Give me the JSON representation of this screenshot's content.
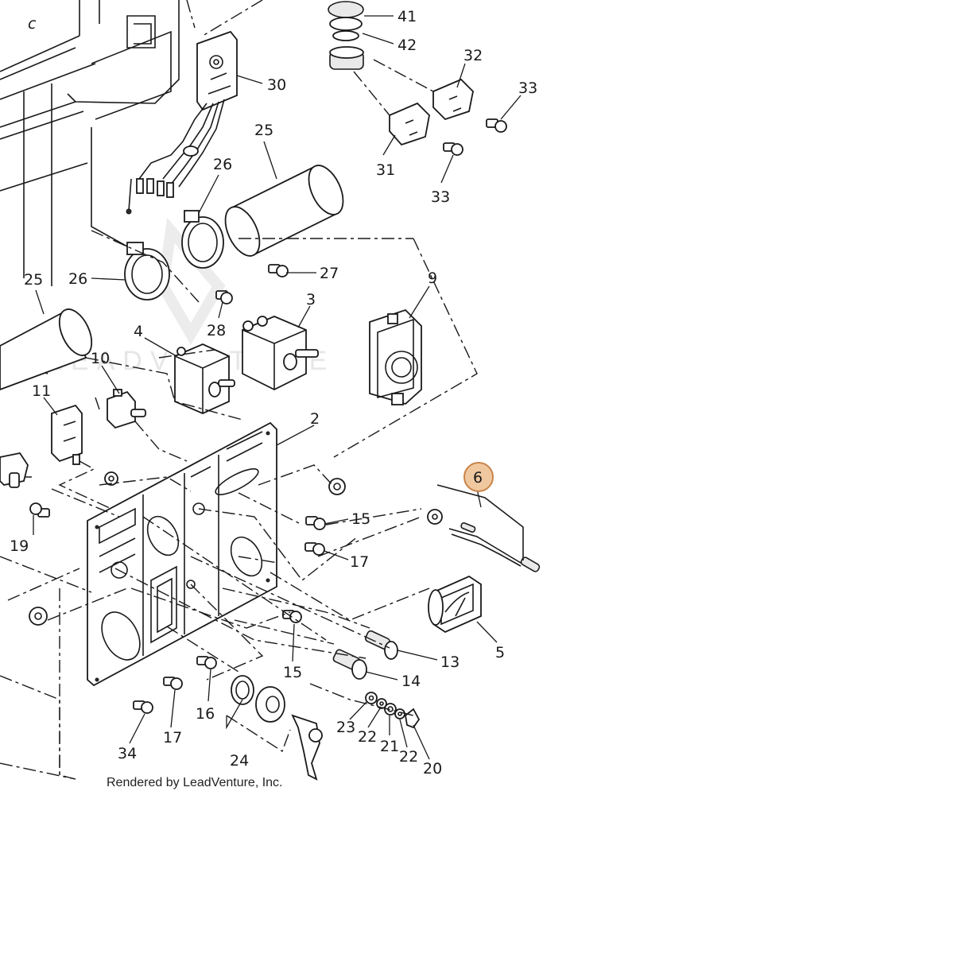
{
  "watermark": "LEADVENTURE",
  "credit": "Rendered by LeadVenture, Inc.",
  "corner_mark": "c",
  "highlight": {
    "callout": "6",
    "fill": "#f0c8a0",
    "stroke": "#c9844a"
  },
  "callouts": [
    {
      "id": "41",
      "label": "41"
    },
    {
      "id": "42",
      "label": "42"
    },
    {
      "id": "32",
      "label": "32"
    },
    {
      "id": "33a",
      "label": "33"
    },
    {
      "id": "30",
      "label": "30"
    },
    {
      "id": "25a",
      "label": "25"
    },
    {
      "id": "26a",
      "label": "26"
    },
    {
      "id": "31",
      "label": "31"
    },
    {
      "id": "33b",
      "label": "33"
    },
    {
      "id": "27",
      "label": "27"
    },
    {
      "id": "25b",
      "label": "25"
    },
    {
      "id": "26b",
      "label": "26"
    },
    {
      "id": "9",
      "label": "9"
    },
    {
      "id": "3",
      "label": "3"
    },
    {
      "id": "28",
      "label": "28"
    },
    {
      "id": "4",
      "label": "4"
    },
    {
      "id": "10",
      "label": "10"
    },
    {
      "id": "11",
      "label": "11"
    },
    {
      "id": "2",
      "label": "2"
    },
    {
      "id": "6",
      "label": "6"
    },
    {
      "id": "15a",
      "label": "15"
    },
    {
      "id": "17a",
      "label": "17"
    },
    {
      "id": "19",
      "label": "19"
    },
    {
      "id": "5",
      "label": "5"
    },
    {
      "id": "13",
      "label": "13"
    },
    {
      "id": "14",
      "label": "14"
    },
    {
      "id": "15b",
      "label": "15"
    },
    {
      "id": "16",
      "label": "16"
    },
    {
      "id": "17b",
      "label": "17"
    },
    {
      "id": "34",
      "label": "34"
    },
    {
      "id": "24",
      "label": "24"
    },
    {
      "id": "23",
      "label": "23"
    },
    {
      "id": "22a",
      "label": "22"
    },
    {
      "id": "21",
      "label": "21"
    },
    {
      "id": "22b",
      "label": "22"
    },
    {
      "id": "20",
      "label": "20"
    }
  ]
}
